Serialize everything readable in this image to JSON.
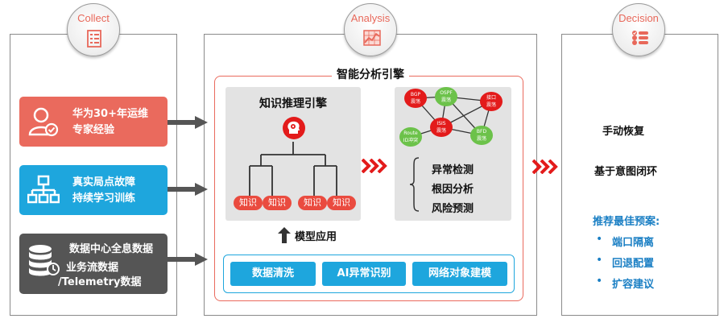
{
  "stages": {
    "collect": "Collect",
    "analysis": "Analysis",
    "decision": "Decision"
  },
  "collect": {
    "expert": [
      "华为30+年运维",
      "专家经验"
    ],
    "fault": [
      "真实局点故障",
      "持续学习训练"
    ],
    "datacenter": [
      "数据中心全息数据",
      "业务流数据",
      "/Telemetry数据"
    ]
  },
  "analysis": {
    "engine_title": "智能分析引擎",
    "reasoning_title": "知识推理引擎",
    "knowledge_leaf": "知识",
    "model_app": "模型应用",
    "results": [
      "异常检测",
      "根因分析",
      "风险预测"
    ],
    "tools": [
      "数据清洗",
      "AI异常识别",
      "网络对象建模"
    ],
    "graph_nodes": {
      "bgp": [
        "BGP",
        "震荡"
      ],
      "ospf": [
        "OSPF",
        "震荡"
      ],
      "port": [
        "接口",
        "震荡"
      ],
      "isis": [
        "ISIS",
        "震荡"
      ],
      "route": [
        "Route",
        "ID冲突"
      ],
      "bfd": [
        "BFD",
        "震荡"
      ]
    }
  },
  "decision": {
    "items": [
      "手动恢复",
      "基于意图闭环"
    ],
    "recommend_title": "推荐最佳预案:",
    "recommend_items": [
      "端口隔离",
      "回退配置",
      "扩容建议"
    ]
  },
  "colors": {
    "accent_red": "#ea6a5d",
    "accent_blue": "#1ea6dd",
    "dark_gray": "#555555",
    "node_red": "#e31b1b",
    "node_green": "#6cc24a"
  }
}
